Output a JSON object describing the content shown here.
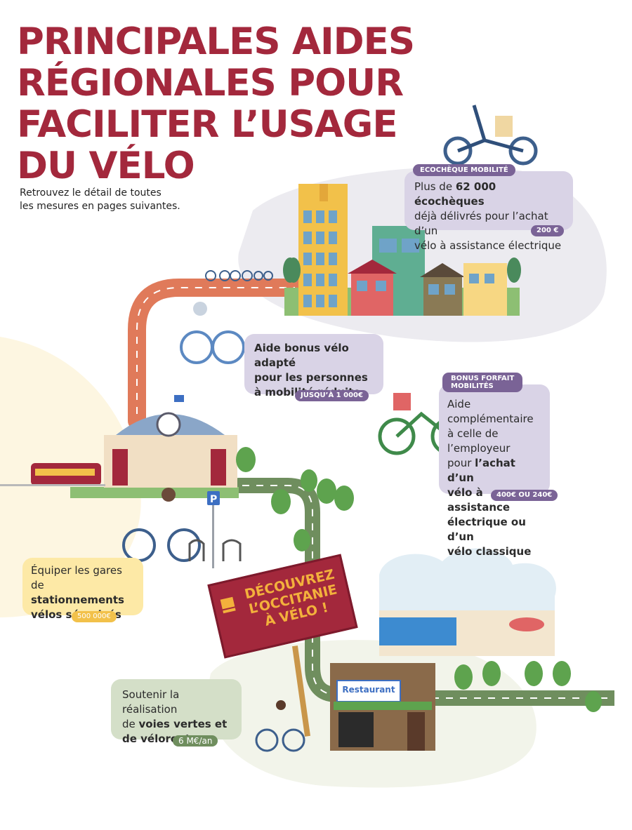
{
  "title": {
    "lines": [
      "PRINCIPALES AIDES",
      "RÉGIONALES POUR",
      "FACILITER L’USAGE",
      "DU VÉLO"
    ]
  },
  "subtitle": {
    "lines": [
      "Retrouvez le détail de toutes",
      "les mesures en pages suivantes."
    ]
  },
  "ecocheque": {
    "tag": "ECOCHÈQUE MOBILITÉ",
    "line1_pre": "Plus de ",
    "line1_bold": "62 000 écochèques",
    "line2": "déjà délivrés pour l’achat d’un",
    "line3": "vélo à assistance électrique",
    "price": "200 €"
  },
  "bonus_adapte": {
    "lines": [
      "Aide bonus vélo adapté",
      "pour les personnes",
      "à mobilité réduite"
    ],
    "price": "JUSQU’À 1 000€"
  },
  "forfait": {
    "tag_line1": "BONUS FORFAIT",
    "tag_line2": "MOBILITÉS",
    "line1": "Aide complémentaire",
    "line2": "à celle de l’employeur",
    "line3_pre": "pour ",
    "line3_bold": "l’achat d’un",
    "line4": "vélo à assistance",
    "line5": "électrique ou d’un",
    "line6": "vélo classique",
    "price": "400€ OU 240€"
  },
  "gares": {
    "line1": "Équiper les gares",
    "line2_pre": "de ",
    "line2_bold": "stationnements",
    "line3": "vélos sécurisés",
    "price": "500 000€"
  },
  "voies": {
    "line1": "Soutenir la réalisation",
    "line2_pre": "de ",
    "line2_bold": "voies vertes et",
    "line3": "de véloroutes",
    "price": "6 M€/an"
  },
  "sign": {
    "lines": [
      "DÉCOUVREZ",
      "L’OCCITANIE",
      "À VÉLO !"
    ]
  },
  "restaurant": {
    "label": "Restaurant"
  },
  "colors": {
    "title": "#a3283c",
    "purple_card": "#d9d3e6",
    "purple_tag": "#7a6396",
    "yellow_card": "#fde9a6",
    "yellow_tag": "#f2c14a",
    "green_card": "#d4dfc8",
    "green_tag": "#6f8e5e",
    "road_orange": "#e07a5a",
    "road_green": "#6f8e5e"
  },
  "icons": [
    "bicycle-icon",
    "parking-icon",
    "train-icon",
    "station-clock-icon",
    "gift-icon",
    "tree-icon",
    "cyclist-icon",
    "flag-icon"
  ]
}
